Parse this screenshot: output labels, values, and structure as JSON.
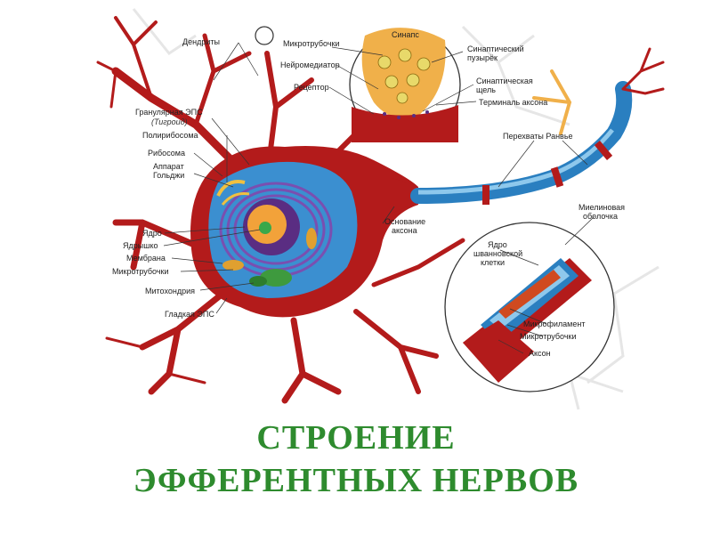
{
  "labels": {
    "dendrites": "Дендриты",
    "microtubules_top": "Микротрубочки",
    "neurotransmitter": "Нейромедиатор",
    "receptor": "Рецептор",
    "synapse": "Синапс",
    "synaptic_vesicle_1": "Синаптический",
    "synaptic_vesicle_2": "пузырёк",
    "synaptic_cleft_1": "Синаптическая",
    "synaptic_cleft_2": "щель",
    "axon_terminal": "Терминаль аксона",
    "granular_er_1": "Гранулярная ЭПС",
    "granular_er_2": "(Тигроид)",
    "polyribosome": "Полирибосома",
    "ribosome": "Рибосома",
    "golgi_1": "Аппарат",
    "golgi_2": "Гольджи",
    "nucleus": "Ядро",
    "nucleolus": "Ядрышко",
    "membrane": "Мембрана",
    "microtubules_left": "Микротрубочки",
    "mitochondrion": "Митохондрия",
    "smooth_er": "Гладкая ЭПС",
    "ranvier_nodes": "Перехваты Ранвье",
    "axon_hillock_1": "Основание",
    "axon_hillock_2": "аксона",
    "myelin_1": "Миелиновая",
    "myelin_2": "оболочка",
    "schwann_1": "Ядро",
    "schwann_2": "шванновской",
    "schwann_3": "клетки",
    "microfilament": "Микрофиламент",
    "microtubules_inset": "Микротрубочки",
    "axon": "Аксон"
  },
  "title": {
    "line1": "СТРОЕНИЕ",
    "line2": "ЭФФЕРЕНТНЫХ НЕРВОВ"
  },
  "colors": {
    "neuron": "#b31b1b",
    "cytoplasm": "#3b8fd0",
    "nucleus": "#5a2d82",
    "myelin": "#2a7fc0",
    "terminal": "#f0b04a",
    "title": "#2e8b2e"
  }
}
